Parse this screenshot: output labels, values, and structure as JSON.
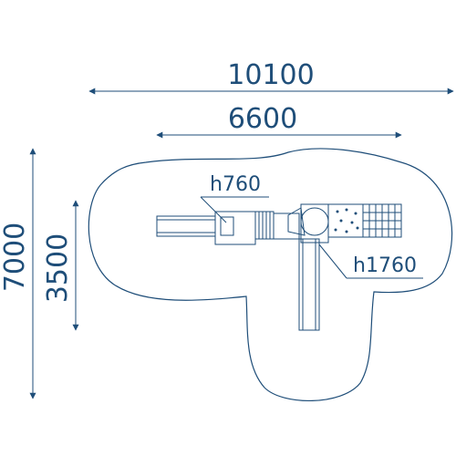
{
  "dimensions": {
    "overall_width": "10100",
    "equipment_width": "6600",
    "overall_depth": "7000",
    "equipment_depth": "3500"
  },
  "labels": {
    "platform_height_low": "h760",
    "platform_height_high": "h1760"
  },
  "colors": {
    "line": "#1f4e79",
    "background": "#ffffff"
  }
}
